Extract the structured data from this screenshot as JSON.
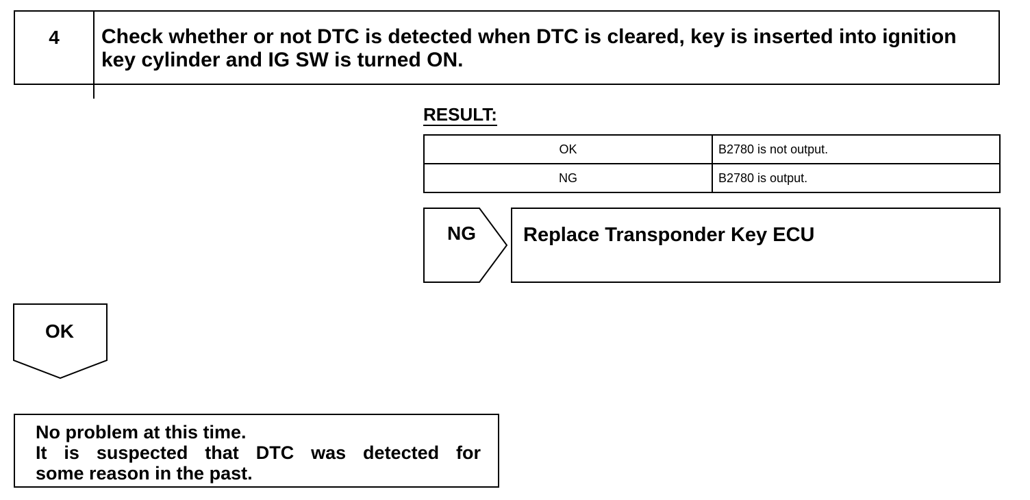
{
  "step": {
    "number": "4",
    "text": "Check whether or not DTC is detected when DTC is cleared, key is inserted into ignition key cylinder and IG SW is turned ON."
  },
  "result": {
    "label": "RESULT:",
    "rows": [
      {
        "code": "OK",
        "description": "B2780 is not output."
      },
      {
        "code": "NG",
        "description": "B2780 is output."
      }
    ]
  },
  "ng_branch": {
    "label": "NG",
    "action": "Replace Transponder Key ECU"
  },
  "ok_branch": {
    "label": "OK"
  },
  "conclusion": {
    "lines": [
      "No problem at this time.",
      "It is suspected that DTC was detected for",
      "some reason in the past."
    ]
  }
}
